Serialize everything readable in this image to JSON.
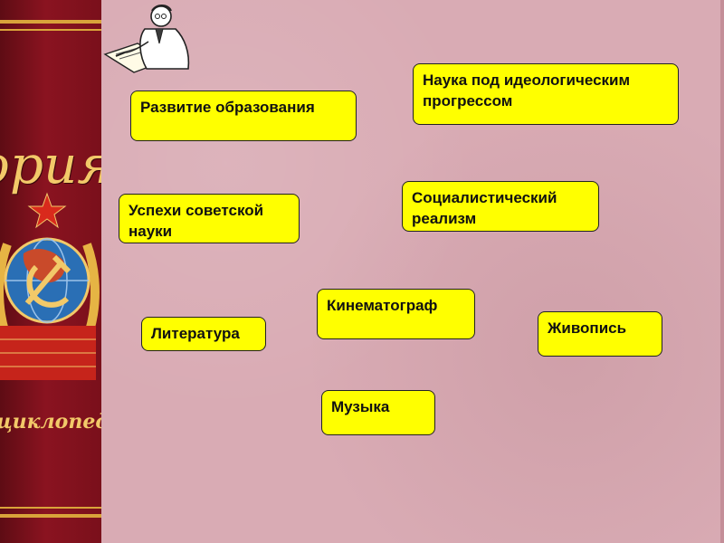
{
  "cover": {
    "title_fragment": "ория С",
    "subtitle_fragment": "циклопед"
  },
  "topics": [
    {
      "id": "education",
      "label": "Развитие образования"
    },
    {
      "id": "science-ideology",
      "label": "Наука под идеологическим прогрессом"
    },
    {
      "id": "soviet-science",
      "label": "Успехи советской науки"
    },
    {
      "id": "socialist-realism",
      "label": "Социалистический реализм"
    },
    {
      "id": "cinema",
      "label": "Кинематограф"
    },
    {
      "id": "literature",
      "label": "Литература"
    },
    {
      "id": "painting",
      "label": "Живопись"
    },
    {
      "id": "music",
      "label": "Музыка"
    }
  ],
  "colors": {
    "box_fill": "#ffff00",
    "background": "#d9abb4",
    "cover_red": "#8a1320",
    "cover_gold": "#d9a43a"
  },
  "icons": {
    "clipart": "scientist-writing-icon",
    "emblem": "soviet-emblem-icon"
  }
}
